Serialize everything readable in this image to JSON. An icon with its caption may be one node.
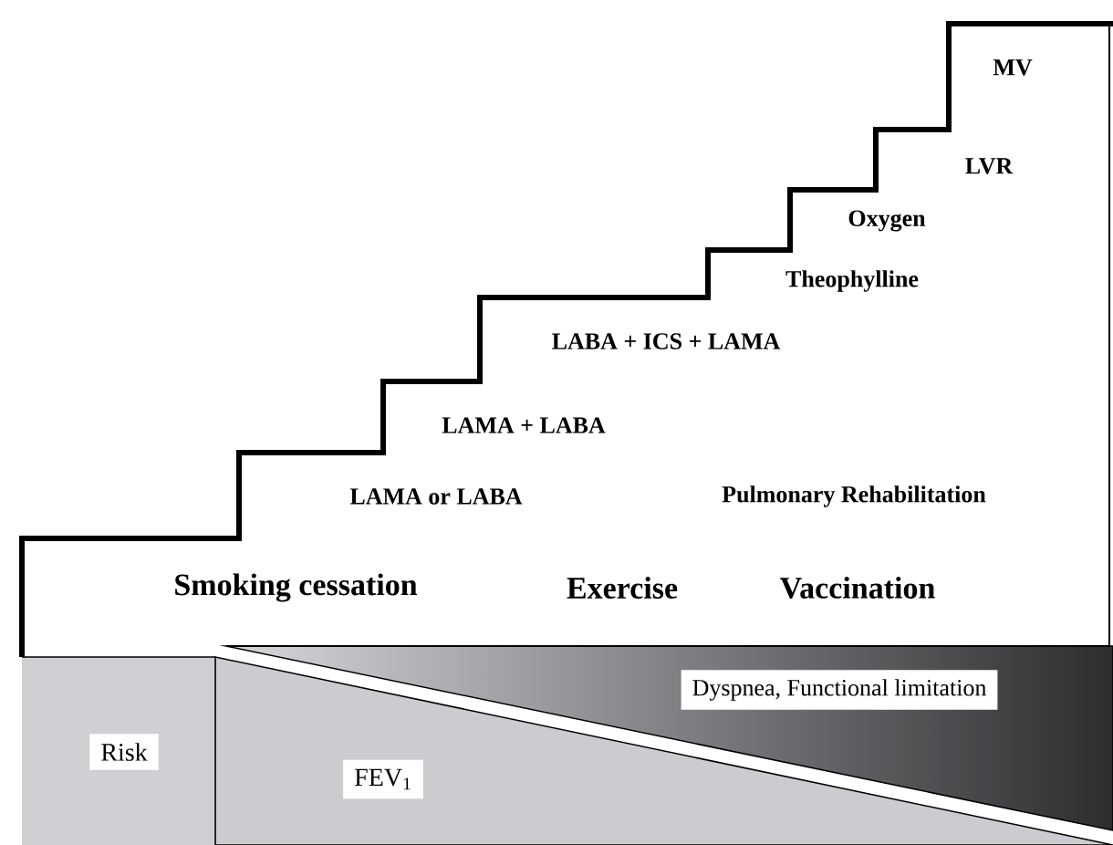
{
  "diagram": {
    "nodes": [
      {
        "text": [
          "Risk"
        ]
      },
      {
        "text": [
          "FEV$_{1}$"
        ]
      },
      {
        "text": [
          "Dyspnea, Functional limitation"
        ]
      }
    ],
    "labels": [
      "MV",
      "LVR",
      "Oxygen",
      "Theophylline",
      "LABA +  ICS + LAMA",
      "LAMA + LABA",
      "LAMA or LABA",
      "Pulmonary Rehabilitation",
      "Smoking cessation",
      "Exercise",
      "Vaccination"
    ]
  }
}
